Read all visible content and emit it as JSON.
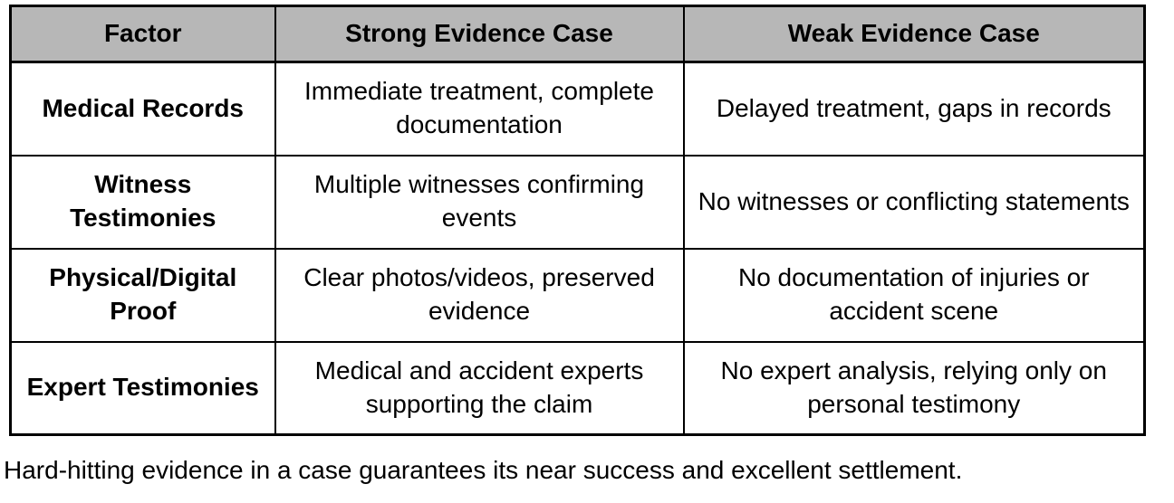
{
  "colors": {
    "header_bg": "#b7b7b7",
    "border": "#000000",
    "text": "#000000",
    "page_bg": "#ffffff"
  },
  "table": {
    "columns": [
      "Factor",
      "Strong Evidence Case",
      "Weak Evidence Case"
    ],
    "rows": [
      {
        "factor": "Medical Records",
        "strong": "Immediate treatment, complete documentation",
        "weak": "Delayed treatment, gaps in records"
      },
      {
        "factor": "Witness Testimonies",
        "strong": "Multiple witnesses confirming events",
        "weak": "No witnesses or conflicting statements"
      },
      {
        "factor": "Physical/Digital Proof",
        "strong": "Clear photos/videos, preserved evidence",
        "weak": "No documentation of injuries or accident scene"
      },
      {
        "factor": "Expert Testimonies",
        "strong": "Medical and accident experts supporting the claim",
        "weak": "No expert analysis, relying only on personal testimony"
      }
    ]
  },
  "caption": "Hard-hitting evidence in a case guarantees its near success and excellent settlement."
}
